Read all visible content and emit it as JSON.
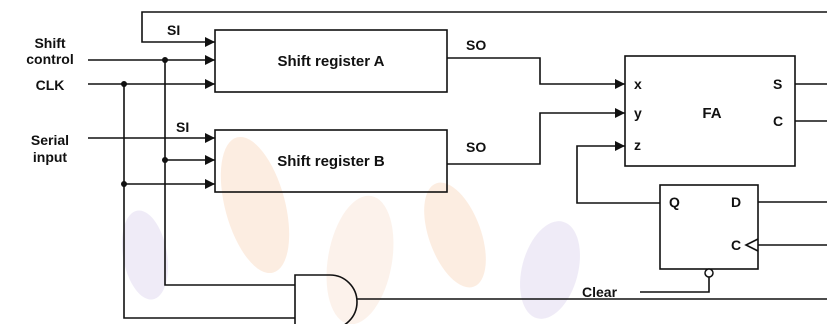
{
  "inputs": {
    "shift_control": [
      "Shift",
      "control"
    ],
    "clk": "CLK",
    "serial_input": [
      "Serial",
      "input"
    ],
    "clear": "Clear"
  },
  "shift_register_a": {
    "label": "Shift register A",
    "si": "SI",
    "so": "SO"
  },
  "shift_register_b": {
    "label": "Shift register B",
    "si": "SI",
    "so": "SO"
  },
  "full_adder": {
    "label": "FA",
    "x": "x",
    "y": "y",
    "z": "z",
    "s": "S",
    "c": "C"
  },
  "flip_flop": {
    "q": "Q",
    "d": "D",
    "c": "C"
  },
  "watermark_colors": [
    "#f6b07a",
    "#b9a9de",
    "#f3c8a8"
  ]
}
